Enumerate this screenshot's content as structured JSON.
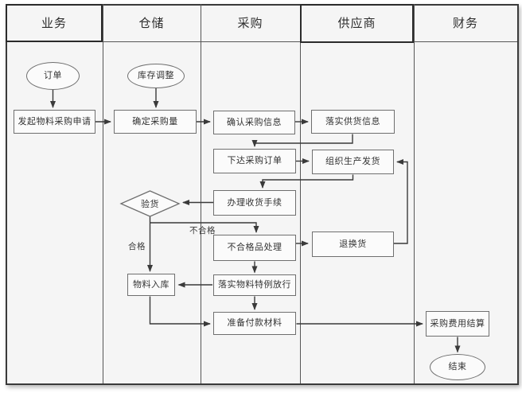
{
  "diagram_type": "swimlane-flowchart",
  "lanes": [
    {
      "label": "业务"
    },
    {
      "label": "仓储"
    },
    {
      "label": "采购"
    },
    {
      "label": "供应商"
    },
    {
      "label": "财务"
    }
  ],
  "nodes": {
    "order_start": "订单",
    "inventory_adjust": "库存调整",
    "initiate_request": "发起物料采购申请",
    "determine_qty": "确定采购量",
    "confirm_info": "确认采购信息",
    "implement_supply": "落实供货信息",
    "issue_order": "下达采购订单",
    "organize_production": "组织生产发货",
    "handle_receipt": "办理收货手续",
    "inspect": "验货",
    "reject_handle": "不合格品处理",
    "return_exchange": "退换货",
    "material_storage": "物料入库",
    "special_release": "落实物料特例放行",
    "prepare_payment": "准备付款材料",
    "expense_settlement": "采购费用结算",
    "end": "结束"
  },
  "edge_labels": {
    "pass": "合格",
    "fail": "不合格"
  },
  "edges": [
    {
      "from": "order_start",
      "to": "initiate_request"
    },
    {
      "from": "initiate_request",
      "to": "determine_qty"
    },
    {
      "from": "inventory_adjust",
      "to": "determine_qty"
    },
    {
      "from": "determine_qty",
      "to": "confirm_info"
    },
    {
      "from": "confirm_info",
      "to": "implement_supply"
    },
    {
      "from": "implement_supply",
      "to": "issue_order"
    },
    {
      "from": "issue_order",
      "to": "organize_production"
    },
    {
      "from": "organize_production",
      "to": "handle_receipt"
    },
    {
      "from": "handle_receipt",
      "to": "inspect"
    },
    {
      "from": "inspect",
      "to": "material_storage",
      "label": "合格"
    },
    {
      "from": "inspect",
      "to": "reject_handle",
      "label": "不合格"
    },
    {
      "from": "reject_handle",
      "to": "return_exchange"
    },
    {
      "from": "return_exchange",
      "to": "organize_production"
    },
    {
      "from": "reject_handle",
      "to": "special_release"
    },
    {
      "from": "special_release",
      "to": "material_storage"
    },
    {
      "from": "special_release",
      "to": "prepare_payment"
    },
    {
      "from": "material_storage",
      "to": "prepare_payment"
    },
    {
      "from": "prepare_payment",
      "to": "expense_settlement"
    },
    {
      "from": "expense_settlement",
      "to": "end"
    }
  ],
  "colors": {
    "line": "#3a3a3a",
    "box_border": "#6f6f6f",
    "box_fill": "#fbfbfb",
    "lane_fill": "#f5f5f5",
    "pool_border": "#3a3a3a",
    "highlight_border": "#2b2b2b",
    "text": "#333333"
  }
}
